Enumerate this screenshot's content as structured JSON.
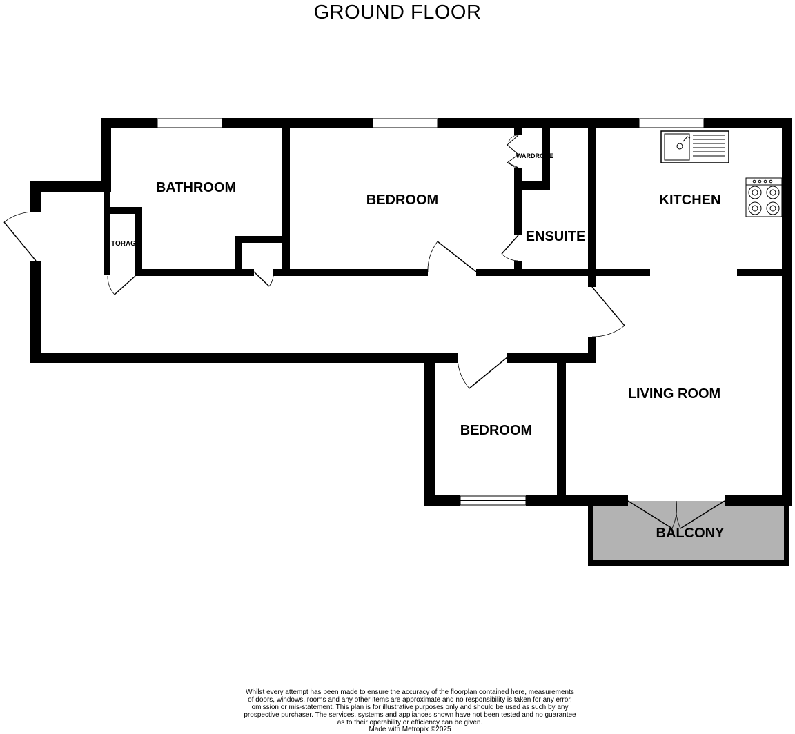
{
  "floor_title": "GROUND FLOOR",
  "rooms": {
    "bathroom": "BATHROOM",
    "bedroom_main": "BEDROOM",
    "kitchen": "KITCHEN",
    "wardrobe": "WARDROBE",
    "ensuite": "ENSUITE",
    "storage": "STORAGE",
    "living_room": "LIVING ROOM",
    "bedroom_second": "BEDROOM",
    "balcony": "BALCONY"
  },
  "colors": {
    "wall": "#000000",
    "balcony_fill": "#b3b3b3",
    "background": "#ffffff"
  },
  "disclaimer": "Whilst every attempt has been made to ensure the accuracy of the floorplan contained here, measurements of doors, windows, rooms and any other items are approximate and no responsibility is taken for any error, omission or mis-statement. This plan is for illustrative purposes only and should be used as such by any prospective purchaser. The services, systems and appliances shown have not been tested and no guarantee as to their operability or efficiency can be given.",
  "credit": "Made with Metropix ©2025"
}
